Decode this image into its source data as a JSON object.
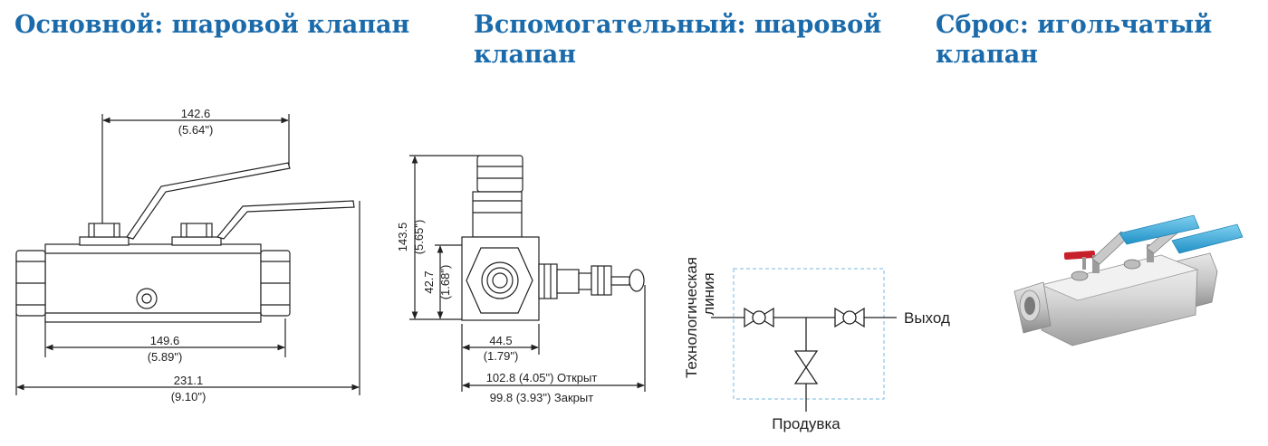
{
  "headings": {
    "primary": "Основной: шаровой клапан",
    "secondary": "Вспомогательный: шаровой клапан",
    "vent": "Сброс: игольчатый клапан"
  },
  "drawing1": {
    "handle_span": "142.6",
    "handle_span_in": "(5.64\")",
    "body_length": "149.6",
    "body_length_in": "(5.89\")",
    "total_length": "231.1",
    "total_length_in": "(9.10\")"
  },
  "drawing2": {
    "height": "143.5",
    "height_in": "(5.65\")",
    "port_height": "42.7",
    "port_height_in": "(1.68\")",
    "body_width": "44.5",
    "body_width_in": "(1.79\")",
    "open_len": "102.8 (4.05\") Открыт",
    "closed_len": "99.8 (3.93\") Закрыт"
  },
  "schematic": {
    "process_line": "Технологическая",
    "process_line2": "линия",
    "outlet": "Выход",
    "vent": "Продувка"
  },
  "colors": {
    "heading": "#1b6bab",
    "handle_blue": "#2ea6d9",
    "handle_red": "#c8202a",
    "dashed_box": "#8fc6e8"
  }
}
